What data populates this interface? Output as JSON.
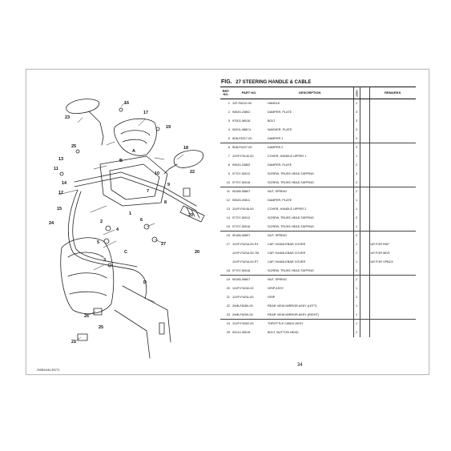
{
  "figure": {
    "label": "FIG.",
    "number": "27",
    "title": "STEERING HANDLE & CABLE",
    "code": "2WB2440-R271",
    "page_number": "34"
  },
  "table": {
    "headers": {
      "ref_no": "REF. NO.",
      "part_no": "PART NO.",
      "description": "DESCRIPTION",
      "qty": "2WB4",
      "remarks": "REMARKS"
    },
    "rows": [
      {
        "ref": "1",
        "part": "11P-F6210-00",
        "desc": "HANDLE",
        "qty": "1",
        "remarks": "",
        "sep": false
      },
      {
        "ref": "2",
        "part": "90520-23802",
        "desc": "DAMPER, PLATE",
        "qty": "3",
        "remarks": "",
        "sep": false
      },
      {
        "ref": "3",
        "part": "97002-06016",
        "desc": "BOLT",
        "qty": "3",
        "remarks": "",
        "sep": false
      },
      {
        "ref": "4",
        "part": "90201-088C4",
        "desc": "WASHER, PLATE",
        "qty": "3",
        "remarks": "",
        "sep": false
      },
      {
        "ref": "5",
        "part": "5D8-F6217-00",
        "desc": "DAMPER 1",
        "qty": "3",
        "remarks": "",
        "sep": false
      },
      {
        "ref": "6",
        "part": "5D8-F6227-00",
        "desc": "DAMPER 2",
        "qty": "3",
        "remarks": "",
        "sep": true
      },
      {
        "ref": "7",
        "part": "11VP-F6140-00",
        "desc": "COVER, HANDLE UPPER 1",
        "qty": "1",
        "remarks": "",
        "sep": false
      },
      {
        "ref": "8",
        "part": "90520-23802",
        "desc": "DAMPER, PLATE",
        "qty": "2",
        "remarks": "",
        "sep": false
      },
      {
        "ref": "9",
        "part": "97707-50012",
        "desc": "SCREW, TRUSS HEAD TAPPING",
        "qty": "4",
        "remarks": "",
        "sep": false
      },
      {
        "ref": "10",
        "part": "97707-50016",
        "desc": "SCREW, TRUSS HEAD TAPPING",
        "qty": "2",
        "remarks": "",
        "sep": false
      },
      {
        "ref": "11",
        "part": "90185-05807",
        "desc": "NUT, SPRING",
        "qty": "2",
        "remarks": "",
        "sep": true
      },
      {
        "ref": "12",
        "part": "90520-20811",
        "desc": "DAMPER, PLATE",
        "qty": "1",
        "remarks": "",
        "sep": false
      },
      {
        "ref": "13",
        "part": "11VP-F6145-00",
        "desc": "COVER, HANDLE UPPER 2",
        "qty": "1",
        "remarks": "",
        "sep": false
      },
      {
        "ref": "14",
        "part": "97707-50012",
        "desc": "SCREW, TRUSS HEAD TAPPING",
        "qty": "2",
        "remarks": "",
        "sep": false
      },
      {
        "ref": "15",
        "part": "97707-50016",
        "desc": "SCREW, TRUSS HEAD TAPPING",
        "qty": "1",
        "remarks": "",
        "sep": false
      },
      {
        "ref": "16",
        "part": "90185-05807",
        "desc": "NUT, SPRING",
        "qty": "2",
        "remarks": "",
        "sep": true
      },
      {
        "ref": "17",
        "part": "11VP-F6216-00-P4",
        "desc": "CAP, HANDLEBAR COVER",
        "qty": "1",
        "remarks": "UR FOR RM7",
        "sep": false
      },
      {
        "ref": "",
        "part": "11VP-F6216-00-7M",
        "desc": "CAP, HANDLEBAR COVER",
        "qty": "1",
        "remarks": "UR FOR MDS",
        "sep": false
      },
      {
        "ref": "",
        "part": "11VP-F6216-00-P7",
        "desc": "CAP, HANDLEBAR COVER",
        "qty": "1",
        "remarks": "UR FOR VPBC5",
        "sep": false
      },
      {
        "ref": "18",
        "part": "97707-50016",
        "desc": "SCREW, TRUSS HEAD TAPPING",
        "qty": "2",
        "remarks": "",
        "sep": false
      },
      {
        "ref": "19",
        "part": "90185-05807",
        "desc": "NUT, SPRING",
        "qty": "2",
        "remarks": "",
        "sep": true
      },
      {
        "ref": "20",
        "part": "11VP-F6240-00",
        "desc": "GRIP ASSY",
        "qty": "1",
        "remarks": "",
        "sep": false
      },
      {
        "ref": "21",
        "part": "11VP-F6241-00",
        "desc": "GRIP",
        "qty": "1",
        "remarks": "",
        "sep": false
      },
      {
        "ref": "22",
        "part": "2WB-F6280-00",
        "desc": "REAR VIEW MIRROR ASSY (LEFT)",
        "qty": "1",
        "remarks": "",
        "sep": false
      },
      {
        "ref": "23",
        "part": "2WB-F6290-00",
        "desc": "REAR VIEW MIRROR ASSY (RIGHT)",
        "qty": "1",
        "remarks": "",
        "sep": false
      },
      {
        "ref": "24",
        "part": "11VP-F6302-00",
        "desc": "THROTTLE CABLE ASSY",
        "qty": "1",
        "remarks": "",
        "sep": true
      },
      {
        "ref": "25",
        "part": "92012-05016",
        "desc": "BOLT, BUTTON HEAD",
        "qty": "2",
        "remarks": "",
        "sep": false
      }
    ]
  },
  "diagram": {
    "callouts": [
      {
        "id": "c23",
        "text": "23"
      },
      {
        "id": "c17",
        "text": "17"
      },
      {
        "id": "c16",
        "text": "16"
      },
      {
        "id": "c25a",
        "text": "25"
      },
      {
        "id": "c19",
        "text": "19"
      },
      {
        "id": "c22",
        "text": "22"
      },
      {
        "id": "c18",
        "text": "18"
      },
      {
        "id": "c20a",
        "text": "20"
      },
      {
        "id": "c11",
        "text": "11"
      },
      {
        "id": "c13",
        "text": "13"
      },
      {
        "id": "c14",
        "text": "14"
      },
      {
        "id": "c12",
        "text": "12"
      },
      {
        "id": "c15",
        "text": "15"
      },
      {
        "id": "c10",
        "text": "10"
      },
      {
        "id": "c8",
        "text": "8"
      },
      {
        "id": "c9",
        "text": "9"
      },
      {
        "id": "c7",
        "text": "7"
      },
      {
        "id": "c5",
        "text": "5"
      },
      {
        "id": "c6",
        "text": "6"
      },
      {
        "id": "c2",
        "text": "2"
      },
      {
        "id": "c3",
        "text": "3"
      },
      {
        "id": "c4",
        "text": "4"
      },
      {
        "id": "c1",
        "text": "1"
      },
      {
        "id": "c24",
        "text": "24"
      },
      {
        "id": "c27",
        "text": "27"
      },
      {
        "id": "c26",
        "text": "26"
      },
      {
        "id": "c20b",
        "text": "20"
      },
      {
        "id": "c21",
        "text": "21"
      },
      {
        "id": "c25b",
        "text": "25"
      },
      {
        "id": "cA",
        "text": "A"
      },
      {
        "id": "cB",
        "text": "B"
      },
      {
        "id": "cC",
        "text": "C"
      },
      {
        "id": "cD",
        "text": "D"
      }
    ]
  }
}
